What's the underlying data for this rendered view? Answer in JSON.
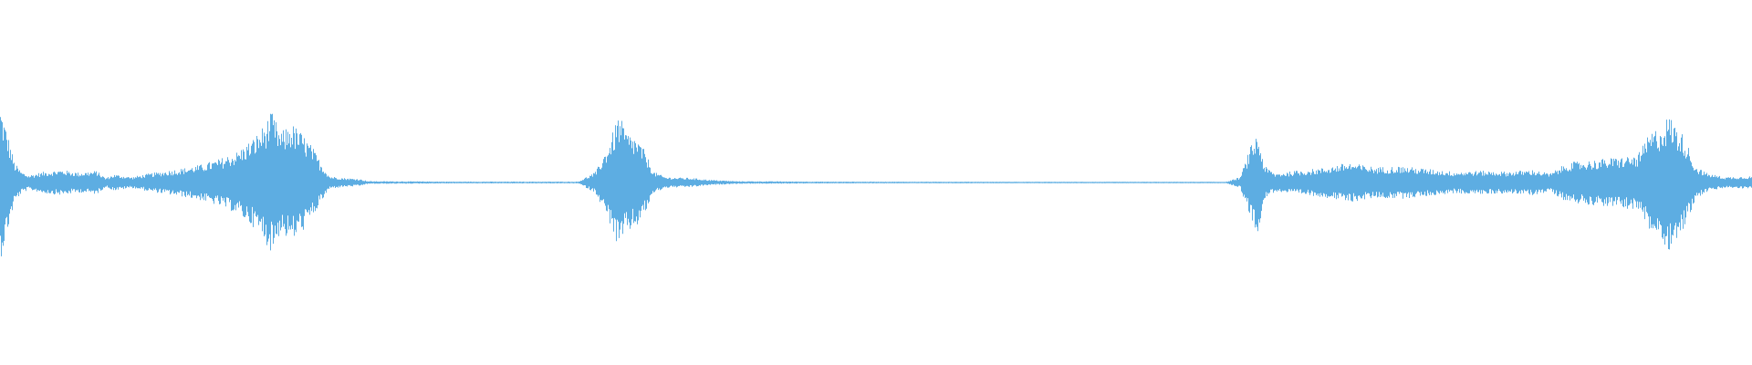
{
  "waveform": {
    "color": "#5dade2",
    "background": "#ffffff",
    "envelope": [
      [
        0.0,
        0.85
      ],
      [
        0.004,
        0.55
      ],
      [
        0.008,
        0.22
      ],
      [
        0.012,
        0.12
      ],
      [
        0.016,
        0.08
      ],
      [
        0.025,
        0.12
      ],
      [
        0.035,
        0.14
      ],
      [
        0.045,
        0.11
      ],
      [
        0.055,
        0.13
      ],
      [
        0.06,
        0.05
      ],
      [
        0.065,
        0.09
      ],
      [
        0.075,
        0.06
      ],
      [
        0.085,
        0.1
      ],
      [
        0.095,
        0.13
      ],
      [
        0.105,
        0.16
      ],
      [
        0.115,
        0.2
      ],
      [
        0.125,
        0.26
      ],
      [
        0.135,
        0.34
      ],
      [
        0.145,
        0.5
      ],
      [
        0.15,
        0.62
      ],
      [
        0.155,
        0.78
      ],
      [
        0.16,
        0.55
      ],
      [
        0.166,
        0.66
      ],
      [
        0.172,
        0.55
      ],
      [
        0.178,
        0.4
      ],
      [
        0.183,
        0.22
      ],
      [
        0.188,
        0.07
      ],
      [
        0.196,
        0.05
      ],
      [
        0.205,
        0.04
      ],
      [
        0.21,
        0.015
      ],
      [
        0.26,
        0.01
      ],
      [
        0.33,
        0.01
      ],
      [
        0.34,
        0.12
      ],
      [
        0.348,
        0.45
      ],
      [
        0.353,
        0.75
      ],
      [
        0.358,
        0.55
      ],
      [
        0.363,
        0.5
      ],
      [
        0.368,
        0.35
      ],
      [
        0.373,
        0.12
      ],
      [
        0.38,
        0.06
      ],
      [
        0.395,
        0.05
      ],
      [
        0.405,
        0.03
      ],
      [
        0.42,
        0.015
      ],
      [
        0.47,
        0.01
      ],
      [
        0.6,
        0.008
      ],
      [
        0.7,
        0.008
      ],
      [
        0.708,
        0.06
      ],
      [
        0.714,
        0.4
      ],
      [
        0.718,
        0.55
      ],
      [
        0.722,
        0.18
      ],
      [
        0.728,
        0.1
      ],
      [
        0.74,
        0.13
      ],
      [
        0.755,
        0.16
      ],
      [
        0.77,
        0.22
      ],
      [
        0.785,
        0.17
      ],
      [
        0.8,
        0.18
      ],
      [
        0.815,
        0.15
      ],
      [
        0.83,
        0.12
      ],
      [
        0.845,
        0.13
      ],
      [
        0.86,
        0.12
      ],
      [
        0.875,
        0.14
      ],
      [
        0.885,
        0.1
      ],
      [
        0.895,
        0.22
      ],
      [
        0.91,
        0.25
      ],
      [
        0.925,
        0.28
      ],
      [
        0.935,
        0.3
      ],
      [
        0.942,
        0.55
      ],
      [
        0.948,
        0.62
      ],
      [
        0.953,
        0.75
      ],
      [
        0.958,
        0.6
      ],
      [
        0.962,
        0.5
      ],
      [
        0.968,
        0.18
      ],
      [
        0.975,
        0.1
      ],
      [
        0.985,
        0.06
      ],
      [
        1.0,
        0.07
      ]
    ]
  }
}
